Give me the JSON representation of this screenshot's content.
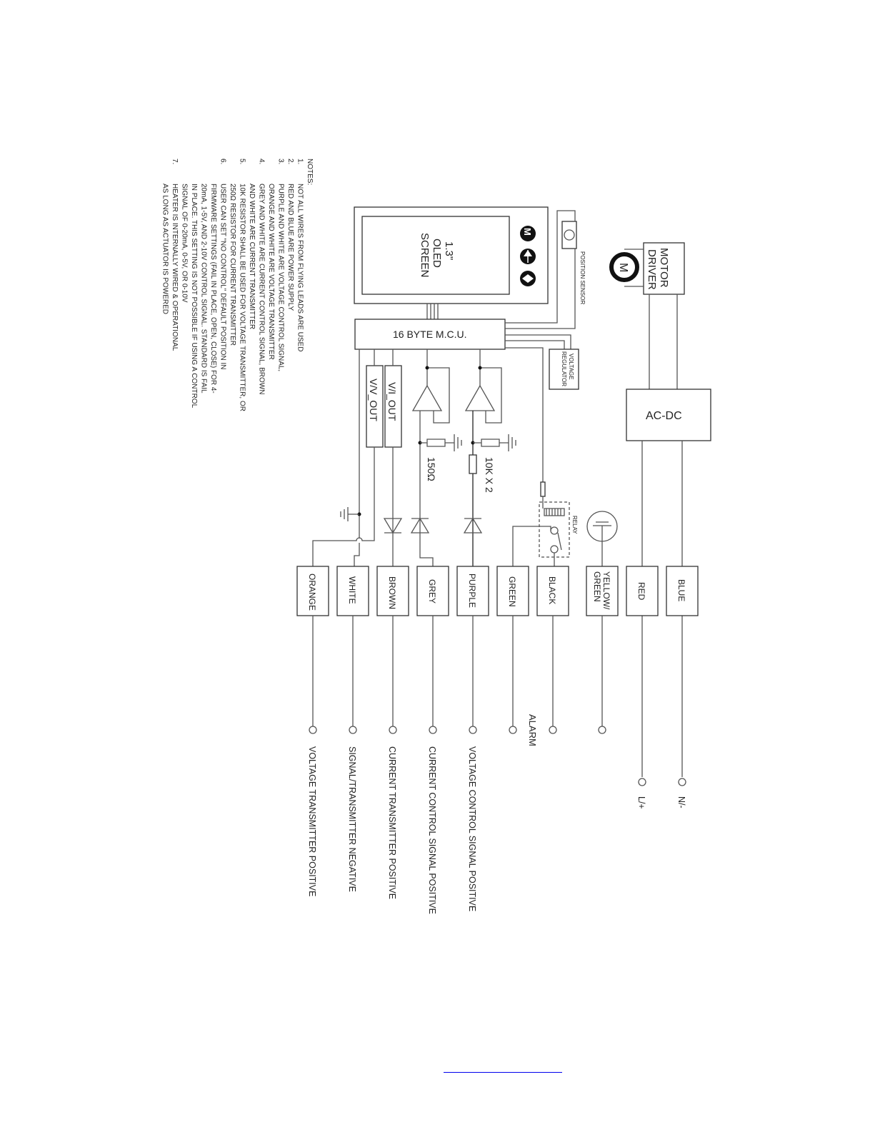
{
  "notes": {
    "heading": "NOTES:",
    "items": [
      {
        "num": "1.",
        "lines": [
          "NOT ALL WIRES FROM FLYING LEADS ARE USED"
        ]
      },
      {
        "num": "2.",
        "lines": [
          "RED AND BLUE ARE  POWER SUPPLY"
        ]
      },
      {
        "num": "3.",
        "lines": [
          "PURPLE AND WHITE ARE VOLTAGE CONTROL SIGNAL,",
          "ORANGE AND WHITE ARE VOLTAGE TRANSMITTER"
        ]
      },
      {
        "num": "4.",
        "lines": [
          "GREY AND WHITE ARE CURRENT CONTROL SIGNAL, BROWN",
          "AND WHITE ARE CURRENT TRANSMITTER"
        ]
      },
      {
        "num": "5.",
        "lines": [
          "10K RESISTOR SHALL BE USED FOR VOLTAGE TRANSMITTER, OR",
          "250Ω RESISTOR FOR CURRENT TRANSMITTER"
        ]
      },
      {
        "num": "6.",
        "lines": [
          "USER CAN SET \"NO CONTROL\" DEFAULT POSITION IN",
          "FIRMWARE SETTINGS (FAIL IN PLACE, OPEN, CLOSE) FOR 4-",
          "20mA, 1-5V, AND 2-10V CONTROL SIGNAL. STANDARD IS FAIL",
          "IN PLACE. THIS SETTING IS NOT POSSIBLE IF USING A CONTROL",
          "SIGNAL OF 0-20mA, 0-5V, OR 0-10V"
        ]
      },
      {
        "num": "7.",
        "lines": [
          "HEATER IS INTERNALLY WIRED & OPERATIONAL",
          "AS LONG AS ACTUATOR IS POWERED"
        ]
      }
    ]
  },
  "components": {
    "motor_driver": [
      "MOTOR",
      "DRIVER"
    ],
    "motor": "M",
    "position_sensor": "POSITION SENSOR",
    "oled": [
      "1.3\"",
      "OLED",
      "SCREEN"
    ],
    "mcu": "16 BYTE M.C.U.",
    "voltage_regulator": [
      "VOLTAGE",
      "REGULATOR"
    ],
    "ac_dc": "AC-DC",
    "relay": "RELAY",
    "v_i_out": "V/I_OUT",
    "v_v_out": "V/V_OUT",
    "r_current": "150Ω",
    "r_voltage": "10K X 2",
    "alarm": "ALARM"
  },
  "wires": [
    {
      "color": "ORANGE",
      "terminal": "VOLTAGE TRANSMITTER POSITIVE"
    },
    {
      "color": "WHITE",
      "terminal": "SIGNAL/TRANSMITTER NEGATIVE"
    },
    {
      "color": "BROWN",
      "terminal": "CURRENT TRANSMITTER POSITIVE"
    },
    {
      "color": "GREY",
      "terminal": "CURRENT CONTROL SIGNAL POSITIVE"
    },
    {
      "color": "PURPLE",
      "terminal": "VOLTAGE CONTROL SIGNAL POSITIVE"
    },
    {
      "color": "GREEN",
      "terminal": ""
    },
    {
      "color": "BLACK",
      "terminal": ""
    },
    {
      "color": "YELLOW/",
      "color2": "GREEN",
      "terminal": ""
    },
    {
      "color": "RED",
      "terminal": "L/+"
    },
    {
      "color": "BLUE",
      "terminal": "N/-"
    }
  ],
  "link_color": "#0000ee"
}
